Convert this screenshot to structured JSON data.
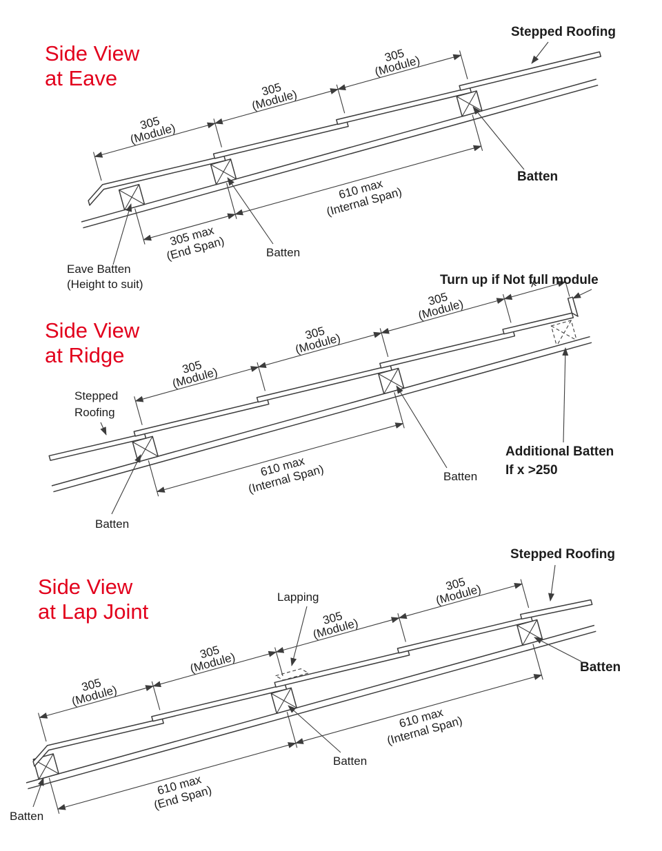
{
  "colors": {
    "accent_red": "#e2001c",
    "line": "#3c3c3c",
    "text": "#1c1c1c"
  },
  "views": {
    "eave": {
      "title": [
        "Side View",
        "at Eave"
      ],
      "module_dims": [
        {
          "value": "305",
          "unit": "(Module)"
        },
        {
          "value": "305",
          "unit": "(Module)"
        },
        {
          "value": "305",
          "unit": "(Module)"
        }
      ],
      "span_dims": {
        "end": {
          "value": "305 max",
          "unit": "(End Span)"
        },
        "internal": {
          "value": "610 max",
          "unit": "(Internal Span)"
        }
      },
      "labels": {
        "stepped_roofing": "Stepped Roofing",
        "batten_upper": "Batten",
        "batten_mid": "Batten",
        "eave_batten": [
          "Eave Batten",
          "(Height to suit)"
        ]
      }
    },
    "ridge": {
      "title": [
        "Side View",
        "at Ridge"
      ],
      "module_dims": [
        {
          "value": "305",
          "unit": "(Module)"
        },
        {
          "value": "305",
          "unit": "(Module)"
        },
        {
          "value": "305",
          "unit": "(Module)"
        }
      ],
      "x_dim": "x",
      "span_dims": {
        "internal": {
          "value": "610 max",
          "unit": "(Internal Span)"
        }
      },
      "labels": {
        "turn_up": "Turn up if Not full module",
        "stepped_roofing": [
          "Stepped",
          "Roofing"
        ],
        "additional_batten": [
          "Additional Batten",
          "If x >250"
        ],
        "batten_mid": "Batten",
        "batten_lower": "Batten"
      }
    },
    "lap": {
      "title": [
        "Side View",
        "at Lap Joint"
      ],
      "module_dims": [
        {
          "value": "305",
          "unit": "(Module)"
        },
        {
          "value": "305",
          "unit": "(Module)"
        },
        {
          "value": "305",
          "unit": "(Module)"
        },
        {
          "value": "305",
          "unit": "(Module)"
        }
      ],
      "span_dims": {
        "end": {
          "value": "610 max",
          "unit": "(End Span)"
        },
        "internal": {
          "value": "610 max",
          "unit": "(Internal Span)"
        }
      },
      "labels": {
        "stepped_roofing": "Stepped Roofing",
        "lapping": "Lapping",
        "batten_right": "Batten",
        "batten_mid": "Batten",
        "batten_left": "Batten"
      }
    }
  }
}
